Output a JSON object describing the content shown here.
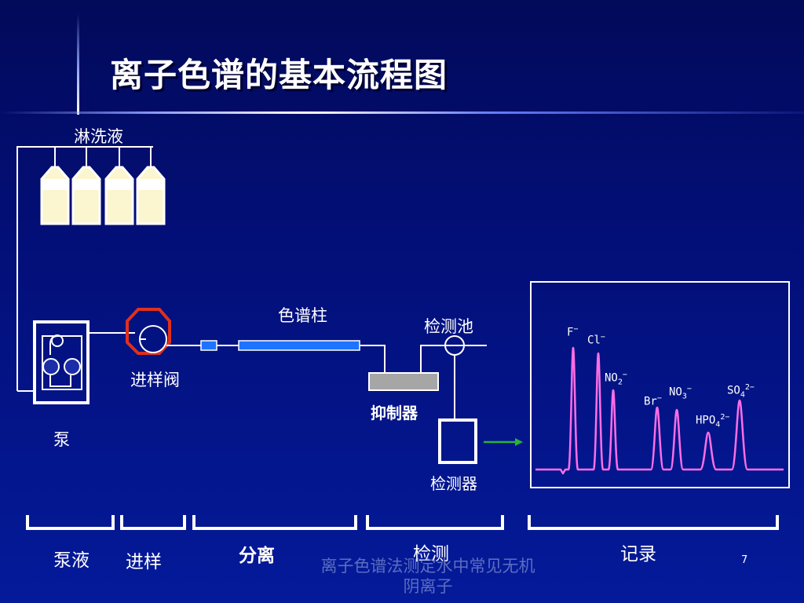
{
  "slide": {
    "title": "离子色谱的基本流程图",
    "page_number": "7",
    "footnote": "离子色谱法测定水中常见无机阴离子"
  },
  "components": {
    "eluent": "淋洗液",
    "pump": "泵",
    "injection_valve": "进样阀",
    "column": "色谱柱",
    "detection_cell": "检测池",
    "suppressor": "抑制器",
    "detector": "检测器"
  },
  "stages": [
    "泵液",
    "进样",
    "分离",
    "检测",
    "记录"
  ],
  "chromatogram": {
    "type": "line",
    "peaks": [
      "F",
      "Cl",
      "NO2",
      "Br",
      "NO3",
      "HPO4",
      "SO4"
    ],
    "peak_charges": [
      "−",
      "−",
      "−",
      "−",
      "−",
      "2−",
      "2−"
    ],
    "line_color": "#ff6ee6"
  },
  "colors": {
    "background": "#030f78",
    "valve_ring": "#e0301e",
    "column": "#1e73ff",
    "arrow": "#27b33b",
    "bottle_fill": "#fbf6cf"
  }
}
